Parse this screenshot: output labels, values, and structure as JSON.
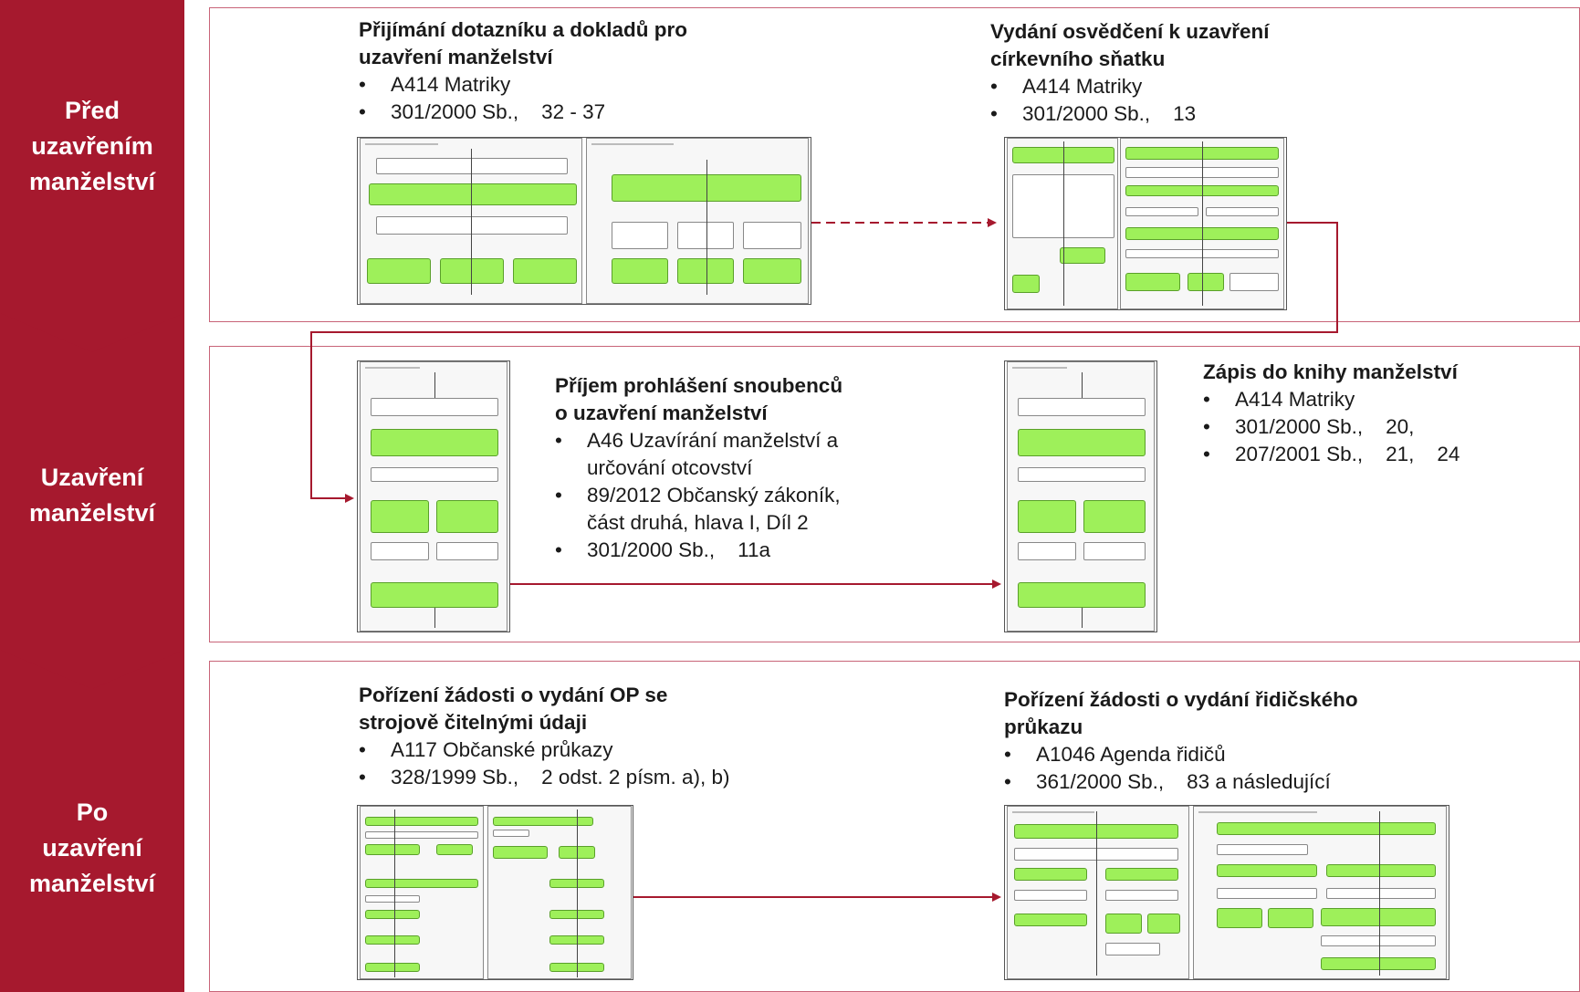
{
  "phases": [
    {
      "label": "Před\nuzavřením\nmanželství"
    },
    {
      "label": "Uzavření\nmanželství"
    },
    {
      "label": "Po\nuzavření\nmanželství"
    }
  ],
  "colors": {
    "accent": "#a6192e",
    "panel_border": "#c86478",
    "diagram_green": "#9ef05a"
  },
  "bullet": "•",
  "processes": {
    "p1": {
      "title_line1": "Přijímání dotazníku a dokladů pro",
      "title_line2": "uzavření manželství",
      "items": [
        "A414 Matriky",
        "301/2000 Sb.,    32 - 37"
      ]
    },
    "p2": {
      "title_line1": "Vydání osvědčení k uzavření",
      "title_line2": "církevního sňatku",
      "items": [
        "A414 Matriky",
        "301/2000 Sb.,    13"
      ]
    },
    "p3": {
      "title_line1": "Příjem prohlášení snoubenců",
      "title_line2": "o uzavření manželství",
      "items": [
        "A46 Uzavírání manželství a",
        "89/2012 Občanský zákoník,",
        "301/2000 Sb.,    11a"
      ],
      "item_continuations": [
        "určování otcovství",
        "část druhá, hlava I, Díl 2"
      ]
    },
    "p4": {
      "title_line1": "Zápis do knihy manželství",
      "items": [
        "A414 Matriky",
        "301/2000 Sb.,    20,",
        "207/2001 Sb.,    21,    24"
      ]
    },
    "p5": {
      "title_line1": "Pořízení žádosti o vydání OP se",
      "title_line2": "strojově čitelnými údaji",
      "items": [
        "A117 Občanské průkazy",
        "328/1999 Sb.,    2 odst. 2 písm. a), b)"
      ]
    },
    "p6": {
      "title_line1": "Pořízení žádosti o vydání řidičského",
      "title_line2": "průkazu",
      "items": [
        "A1046 Agenda řidičů",
        "361/2000 Sb.,    83 a následující"
      ]
    }
  }
}
